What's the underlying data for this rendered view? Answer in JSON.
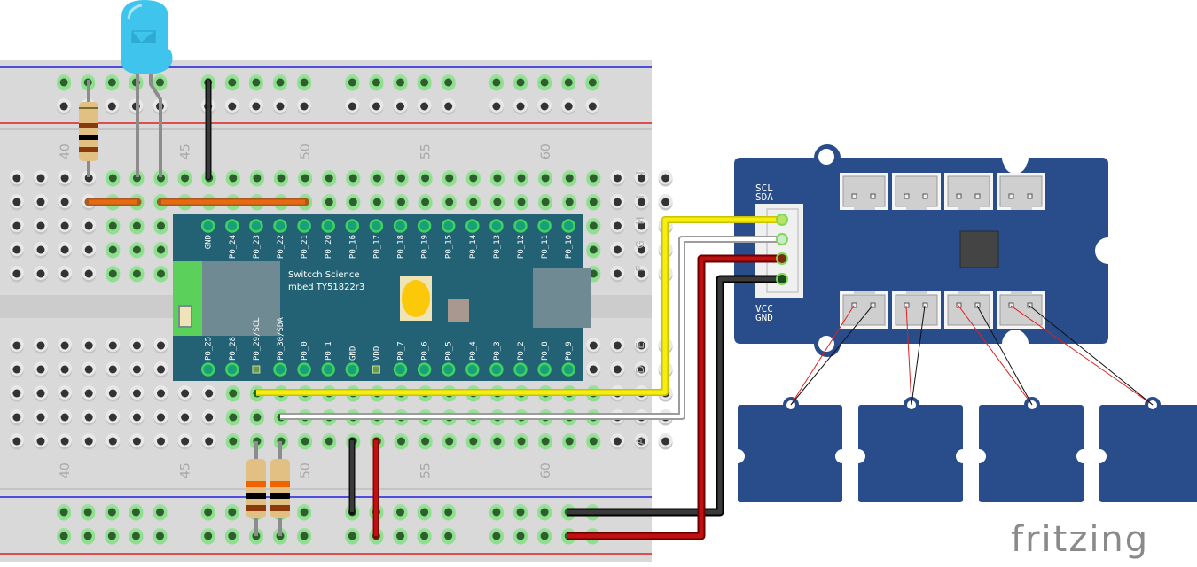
{
  "app": "fritzing",
  "logo_text": "fritzing",
  "breadboard": {
    "column_numbers_top": [
      "40",
      "45",
      "50",
      "55",
      "60"
    ],
    "column_numbers_bottom": [
      "40",
      "45",
      "50",
      "55",
      "60"
    ],
    "row_letters_top": [
      "J",
      "I",
      "H",
      "G",
      "F"
    ],
    "row_letters_bottom": [
      "E",
      "D",
      "A"
    ],
    "rail_colors": {
      "negative": "#2020e0",
      "positive": "#e02020"
    }
  },
  "mcu_board": {
    "line1": "Switcch Science",
    "line2": "mbed TY51822r3",
    "top_pins": [
      "GND",
      "P0_24",
      "P0_23",
      "P0_22",
      "P0_21",
      "P0_20",
      "P0_16",
      "P0_17",
      "P0_18",
      "P0_19",
      "P0_15",
      "P0_14",
      "P0_13",
      "P0_12",
      "P0_11",
      "P0_10"
    ],
    "bottom_pins": [
      "P0_25",
      "P0_28",
      "P0_29/SCL",
      "P0_30/SDA",
      "P0_0",
      "P0_1",
      "GND",
      "VDD",
      "P0_7",
      "P0_6",
      "P0_5",
      "P0_4",
      "P0_3",
      "P0_2",
      "P0_8",
      "P0_9"
    ],
    "color": "#226274"
  },
  "i2c_hub": {
    "labels_top": [
      "SCL",
      "SDA"
    ],
    "labels_bottom": [
      "VCC",
      "GND"
    ],
    "color": "#284d8a",
    "port_count_top": 4,
    "port_count_bottom": 4
  },
  "sensor_modules": {
    "count": 4,
    "color": "#284d8a"
  },
  "components": {
    "led": {
      "color": "#3fc4ee",
      "name": "Blue LED"
    },
    "resistors": 3
  },
  "wires": {
    "yellow": "#f2ea00",
    "gray": "#9c9c9c",
    "red": "#c01010",
    "black": "#2a2a2a",
    "orange": "#e86a10"
  }
}
